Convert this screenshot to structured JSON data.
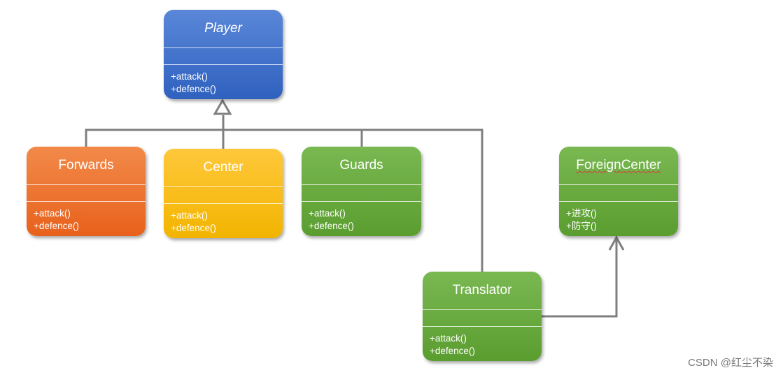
{
  "classes": {
    "player": {
      "name": "Player",
      "ops": [
        "+attack()",
        "+defence()"
      ]
    },
    "forwards": {
      "name": "Forwards",
      "ops": [
        "+attack()",
        "+defence()"
      ]
    },
    "center": {
      "name": "Center",
      "ops": [
        "+attack()",
        "+defence()"
      ]
    },
    "guards": {
      "name": "Guards",
      "ops": [
        "+attack()",
        "+defence()"
      ]
    },
    "foreign_center": {
      "name": "ForeignCenter",
      "ops": [
        "+进攻()",
        "+防守()"
      ]
    },
    "translator": {
      "name": "Translator",
      "ops": [
        "+attack()",
        "+defence()"
      ]
    }
  },
  "colors": {
    "player": "#3a6cc8",
    "forwards": "#ee7330",
    "center": "#fbbd1a",
    "subclass_green": "#6aab41",
    "connector": "#7f7f7f"
  },
  "watermark": "CSDN @红尘不染"
}
